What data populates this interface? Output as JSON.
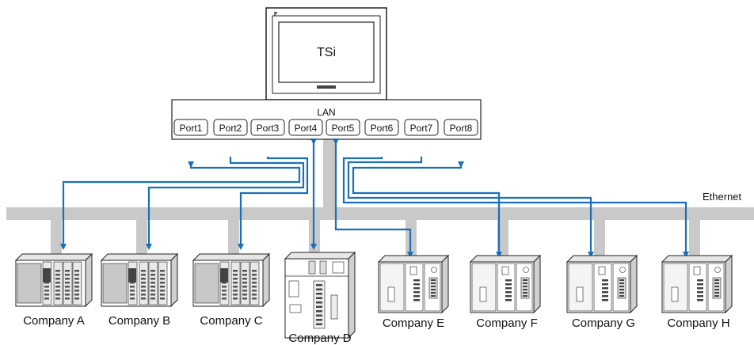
{
  "hmi": {
    "label": "TSi",
    "logo": "F"
  },
  "lan": {
    "label": "LAN",
    "ports": [
      "Port1",
      "Port2",
      "Port3",
      "Port4",
      "Port5",
      "Port6",
      "Port7",
      "Port8"
    ]
  },
  "network": {
    "label": "Ethernet"
  },
  "companies": [
    {
      "label": "Company A",
      "style": "plc-type-1"
    },
    {
      "label": "Company B",
      "style": "plc-type-1"
    },
    {
      "label": "Company C",
      "style": "plc-type-1"
    },
    {
      "label": "Company D",
      "style": "plc-type-2"
    },
    {
      "label": "Company E",
      "style": "plc-type-3"
    },
    {
      "label": "Company F",
      "style": "plc-type-3"
    },
    {
      "label": "Company G",
      "style": "plc-type-3"
    },
    {
      "label": "Company H",
      "style": "plc-type-3"
    }
  ],
  "connections": [
    {
      "port": "Port1",
      "company": "Company A"
    },
    {
      "port": "Port2",
      "company": "Company B"
    },
    {
      "port": "Port3",
      "company": "Company C"
    },
    {
      "port": "Port4",
      "company": "Company D"
    },
    {
      "port": "Port5",
      "company": "Company E"
    },
    {
      "port": "Port6",
      "company": "Company F"
    },
    {
      "port": "Port7",
      "company": "Company G"
    },
    {
      "port": "Port8",
      "company": "Company H"
    }
  ],
  "colors": {
    "link": "#1a6fb8",
    "bus": "#c9c9c9",
    "outline": "#222222"
  }
}
